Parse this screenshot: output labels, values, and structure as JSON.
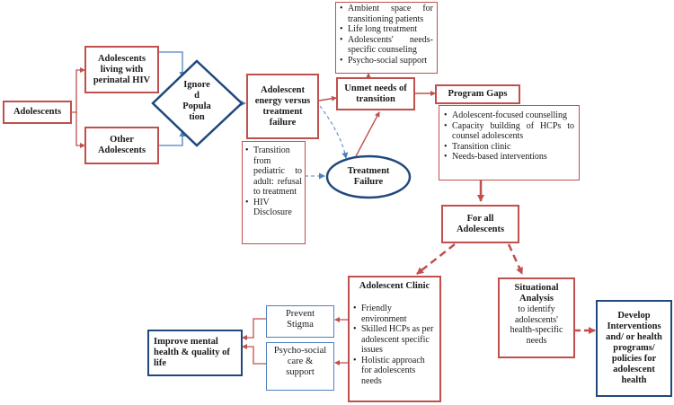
{
  "nodes": {
    "adolescents": "Adolescents",
    "perinatal": "Adolescents living with perinatal HIV",
    "other": "Other Adolescents",
    "ignored": [
      "Ignore",
      "d",
      "Popula",
      "tion"
    ],
    "energy": "Adolescent energy versus treatment failure",
    "unmet": "Unmet needs of transition",
    "treatment_failure": "Treatment Failure",
    "program_gaps": "Program Gaps",
    "for_all": "For all Adolescents",
    "clinic_title": "Adolescent Clinic",
    "situational_title": "Situational Analysis",
    "situational_body": "to identify adolescents' health-specific needs",
    "develop": "Develop Interventions and/ or health programs/ policies for adolescent health",
    "prevent": "Prevent Stigma",
    "psycho": "Psycho-social care & support",
    "mental": "Improve mental health & quality of life"
  },
  "lists": {
    "unmet_items": [
      "Ambient space for transitioning patients",
      "Life long treatment",
      "Adolescents' needs-specific counseling",
      "Psycho-social support"
    ],
    "transition_items": [
      "Transition from pediatric to adult: refusal to treatment",
      "HIV Disclosure"
    ],
    "gap_items": [
      "Adolescent-focused counselling",
      "Capacity building of HCPs to counsel adolescents",
      "Transition clinic",
      "Needs-based interventions"
    ],
    "clinic_items": [
      "Friendly environment",
      "Skilled HCPs as per adolescent specific issues",
      "Holistic approach for adolescents needs"
    ]
  },
  "colors": {
    "red": "#c0504d",
    "navy": "#1f497d",
    "blue": "#4f81bd"
  }
}
